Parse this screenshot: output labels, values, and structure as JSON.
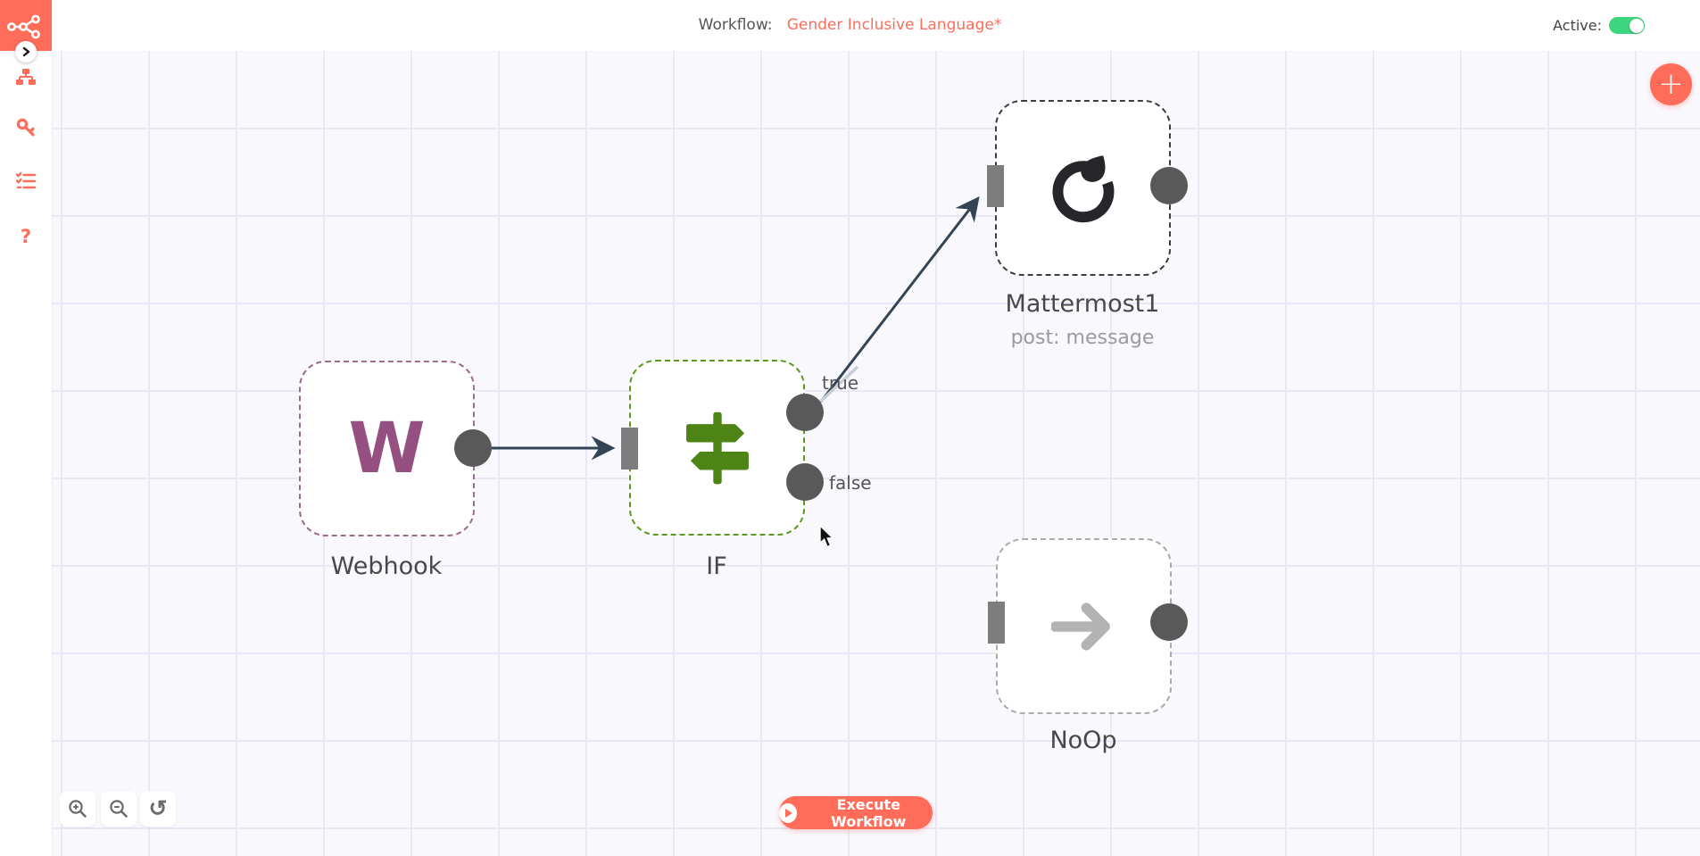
{
  "header": {
    "workflow_label": "Workflow:",
    "workflow_name": "Gender Inclusive Language*",
    "active_label": "Active:",
    "active_state": "on"
  },
  "sidebar": {
    "logo": "n8n-logo",
    "items": [
      {
        "name": "workflows",
        "icon": "sitemap-icon"
      },
      {
        "name": "credentials",
        "icon": "key-icon"
      },
      {
        "name": "executions",
        "icon": "list-check-icon"
      },
      {
        "name": "help",
        "icon": "question-mark-icon",
        "glyph": "?"
      }
    ]
  },
  "canvas": {
    "nodes": [
      {
        "name": "Webhook",
        "type": "webhook",
        "icon_letter": "W"
      },
      {
        "name": "IF",
        "type": "if",
        "icon": "signpost-icon"
      },
      {
        "name": "Mattermost1",
        "type": "mattermost",
        "subtitle": "post: message",
        "icon": "mattermost-icon"
      },
      {
        "name": "NoOp",
        "type": "noop",
        "icon": "arrow-right-icon"
      }
    ],
    "if_outputs": {
      "true_label": "true",
      "false_label": "false"
    },
    "connections": [
      {
        "from": "Webhook",
        "to": "IF"
      },
      {
        "from": "IF:true",
        "to": "Mattermost1"
      }
    ]
  },
  "controls": {
    "execute_label": "Execute Workflow",
    "add_node_glyph": "+",
    "reset_glyph": "↺",
    "zoom_in": "zoom in",
    "zoom_out": "zoom out",
    "zoom_reset": "reset zoom"
  },
  "colors": {
    "accent": "#ff6d5a",
    "toggle_on": "#3dd57f",
    "webhook": "#955081",
    "if_green": "#4e8416",
    "mattermost": "#26262b",
    "noop_gray": "#b3b3b3",
    "connection": "#334455",
    "output_port": "#595959",
    "input_port": "#7d7d7d"
  }
}
